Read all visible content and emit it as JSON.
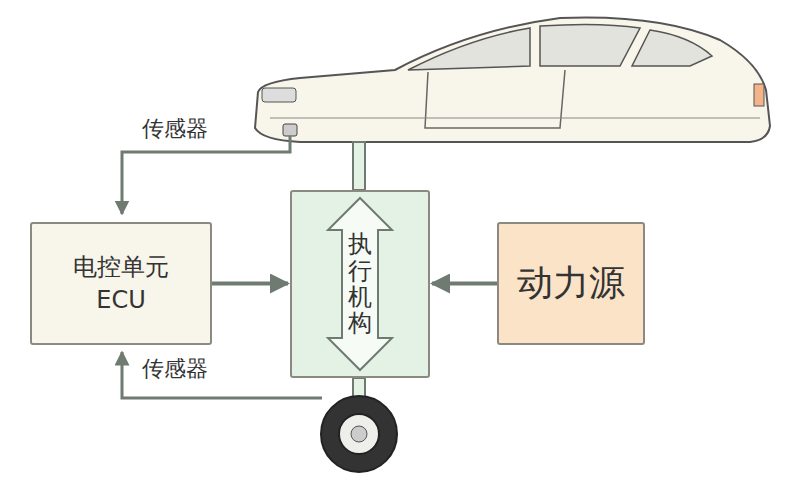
{
  "diagram": {
    "nodes": [
      {
        "text": [
          "电控单元 ECU"
        ]
      },
      {
        "text": [
          "执行机构"
        ]
      },
      {
        "text": [
          "动力源"
        ]
      }
    ],
    "edges": [
      {
        "from": 0,
        "to": 1,
        "arrow": "to"
      },
      {
        "from": 2,
        "to": 1,
        "arrow": "to"
      }
    ],
    "labels": [
      "传感器",
      "传感器"
    ]
  }
}
